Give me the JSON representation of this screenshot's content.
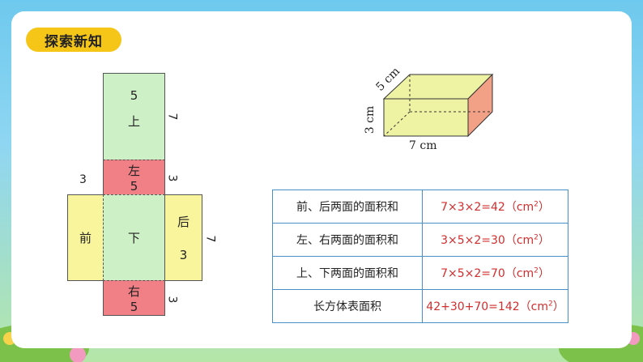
{
  "topic": {
    "label": "探索新知"
  },
  "net": {
    "top": {
      "label": "上",
      "num": "5"
    },
    "left_top": {
      "label": "左",
      "num": "5"
    },
    "front": {
      "label": "前"
    },
    "bottom": {
      "label": "下"
    },
    "back": {
      "label": "后",
      "num": "3"
    },
    "right_bottom": {
      "label": "右",
      "num": "5"
    },
    "dims": {
      "top_len": "7",
      "left_3": "3",
      "right_3": "3",
      "side_7": "7",
      "bottom_3": "3"
    }
  },
  "cuboid": {
    "width_label": "5 cm",
    "height_label": "3 cm",
    "length_label": "7 cm"
  },
  "table": {
    "rows": [
      {
        "q": "前、后两面的面积和",
        "a": "7×3×2=42（cm",
        "exp": "2",
        "tail": "）"
      },
      {
        "q": "左、右两面的面积和",
        "a": "3×5×2=30（cm",
        "exp": "2",
        "tail": "）"
      },
      {
        "q": "上、下两面的面积和",
        "a": "7×5×2=70（cm",
        "exp": "2",
        "tail": "）"
      },
      {
        "q": "长方体表面积",
        "a": "42+30+70=142（cm",
        "exp": "2",
        "tail": "）"
      }
    ]
  }
}
